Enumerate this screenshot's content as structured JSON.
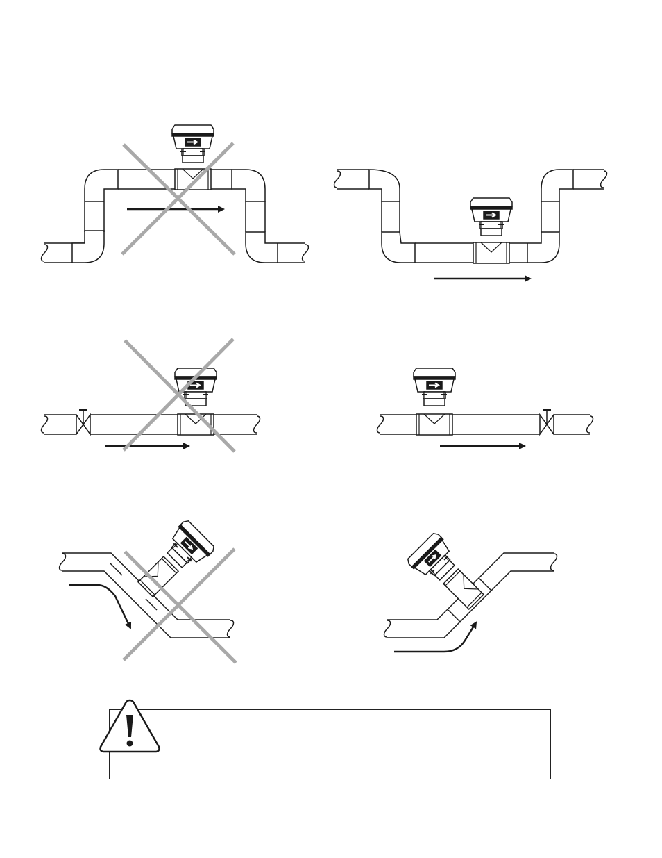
{
  "page": {
    "diagrams": [
      {
        "id": "d1",
        "name": "inverted-u-pipe-incorrect",
        "status": "incorrect"
      },
      {
        "id": "d2",
        "name": "u-pipe-correct",
        "status": "correct"
      },
      {
        "id": "d3",
        "name": "valve-upstream-incorrect",
        "status": "incorrect"
      },
      {
        "id": "d4",
        "name": "valve-downstream-correct",
        "status": "correct"
      },
      {
        "id": "d5",
        "name": "downward-slope-incorrect",
        "status": "incorrect"
      },
      {
        "id": "d6",
        "name": "upward-slope-correct",
        "status": "correct"
      }
    ],
    "colors": {
      "line": "#1a1a1a",
      "cross": "#a9a9a9",
      "background": "#ffffff"
    },
    "icons": {
      "warning": "warning-triangle-icon",
      "flow": "flow-arrow-icon",
      "meter": "flow-meter-icon",
      "valve": "valve-icon",
      "cross": "incorrect-cross-icon"
    }
  }
}
